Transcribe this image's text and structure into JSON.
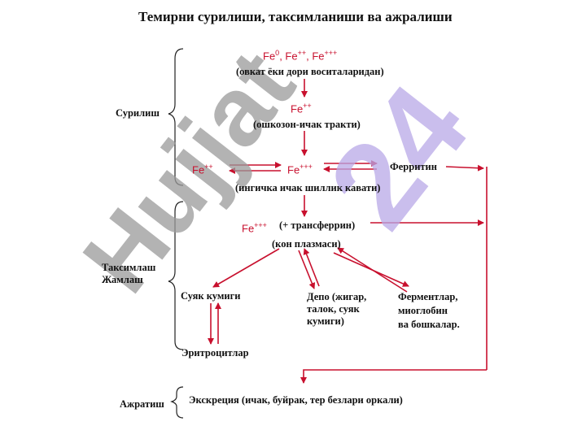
{
  "title": "Темирни сурилиши, таксимланиши ва ажралиши",
  "watermark": {
    "name": "Hujjat",
    "number": "24",
    "name_color": "#9a9a9a",
    "number_color": "#b9a9e8"
  },
  "colors": {
    "arrow": "#c8102e",
    "text": "#111111",
    "brace": "#222222"
  },
  "sections": {
    "absorption": "Сурилиш",
    "distribution_line1": "Таксимлаш",
    "distribution_line2": "Жамлаш",
    "excretion": "Ажратиш"
  },
  "nodes": {
    "food_iron": {
      "fe": "Fe",
      "sup0": "0",
      "rest": ", Fe",
      "sup2": "++",
      "comma": ", Fe",
      "sup3": "+++"
    },
    "food_source": "(овкат ёки дори воситаларидан)",
    "gi_iron": {
      "fe": "Fe",
      "sup": "++"
    },
    "gi_tract": "(ошкозон-ичак тракти)",
    "left_iron": {
      "fe": "Fe",
      "sup": "++"
    },
    "center_iron": {
      "fe": "Fe",
      "sup": "+++"
    },
    "ferritin": "Ферритин",
    "intestine_layer": "(ингичка ичак шиллик кавати)",
    "transferrin_iron": {
      "fe": "Fe",
      "sup": "+++"
    },
    "transferrin": "(+ трансферрин)",
    "blood_plasma": "(кон плазмаси)",
    "bone_marrow": "Суяк кумиги",
    "depot_line1": "Депо (жигар,",
    "depot_line2": "талок, суяк",
    "depot_line3": "кумиги)",
    "enzymes_line1": "Ферментлар,",
    "enzymes_line2": "миоглобин",
    "enzymes_line3": "ва бошкалар.",
    "erythrocytes": "Эритроцитлар",
    "excretion_detail": "Экскреция (ичак, буйрак, тер безлари оркали)"
  }
}
